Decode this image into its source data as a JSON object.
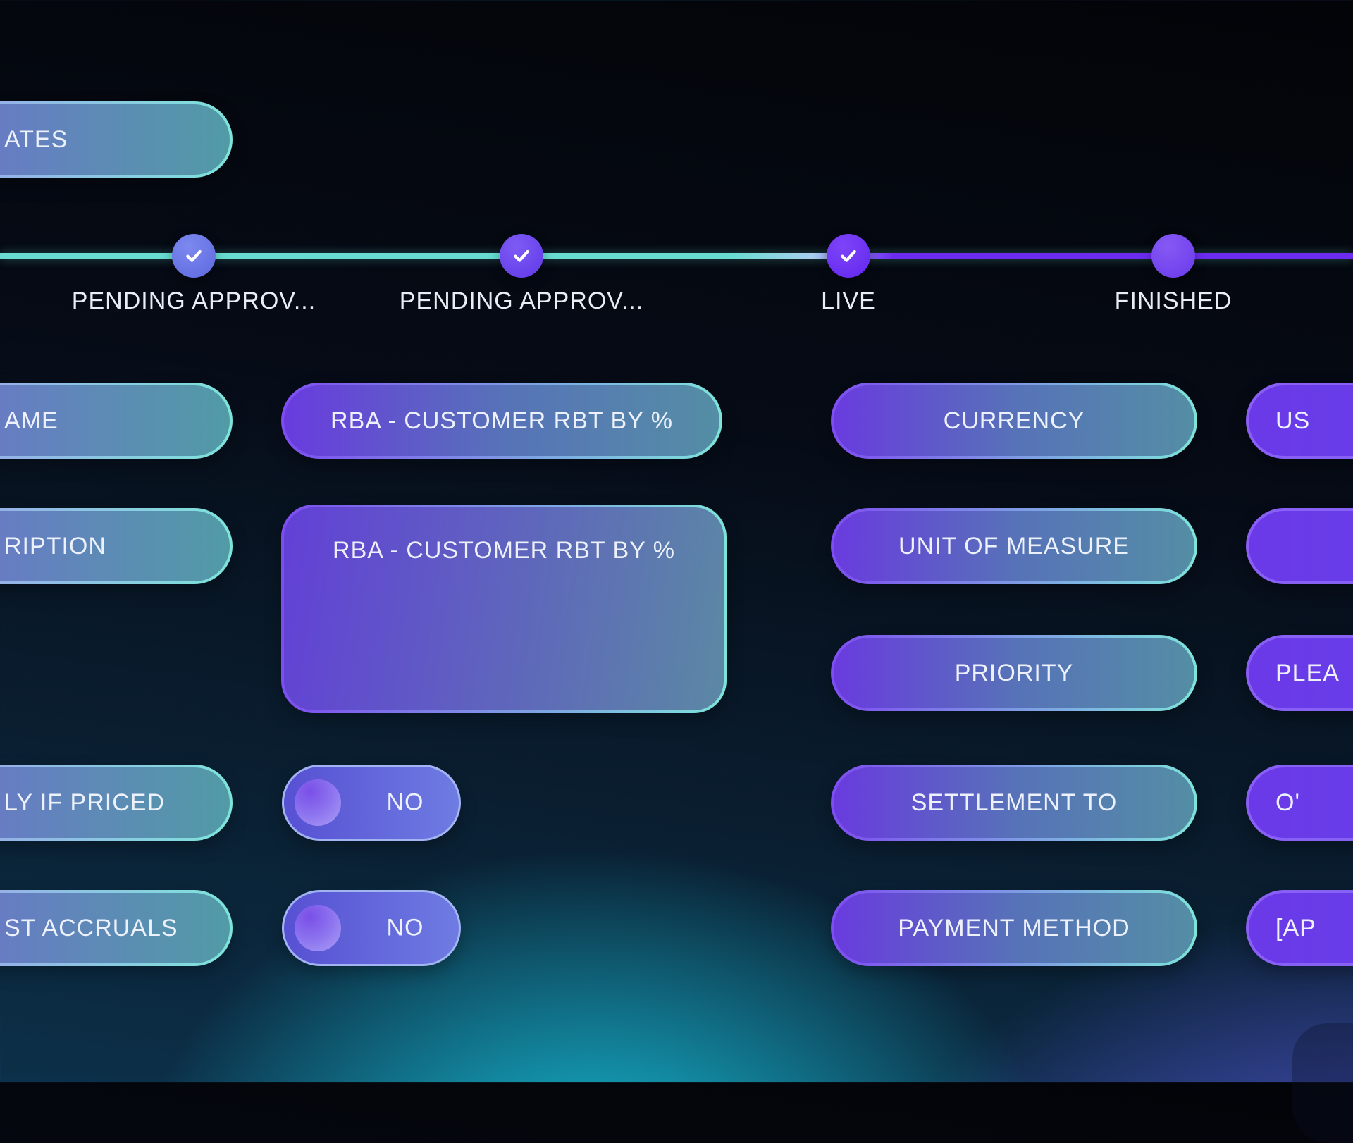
{
  "colors": {
    "line_teal": "#68dcd0",
    "line_purple": "#6c2cf0",
    "pill_border_teal": "#7de4da",
    "pill_border_purple": "#7e4df0",
    "toggle_border": "#a8bdf4",
    "background_glow_cyan": "#17c8e0",
    "background_glow_purple": "#5e5cee"
  },
  "stepper": {
    "steps": [
      {
        "label": "PENDING APPROV...",
        "state": "completed"
      },
      {
        "label": "PENDING APPROV...",
        "state": "completed"
      },
      {
        "label": "LIVE",
        "state": "completed"
      },
      {
        "label": "FINISHED",
        "state": "upcoming"
      }
    ]
  },
  "header": {
    "dates_label": "ATES"
  },
  "form": {
    "name": {
      "label": "AME",
      "value": "RBA - CUSTOMER RBT BY %"
    },
    "description": {
      "label": "RIPTION",
      "value": "RBA - CUSTOMER RBT BY %"
    },
    "only_if_priced": {
      "label": "LY IF PRICED",
      "value": "NO"
    },
    "accruals": {
      "label": "ST ACCRUALS",
      "value": "NO"
    },
    "currency": {
      "label": "CURRENCY",
      "value": "US"
    },
    "unit_of_measure": {
      "label": "UNIT OF MEASURE",
      "value": ""
    },
    "priority": {
      "label": "PRIORITY",
      "value": "PLEA"
    },
    "settlement_to": {
      "label": "SETTLEMENT TO",
      "value": "O'"
    },
    "payment_method": {
      "label": "PAYMENT METHOD",
      "value": "[AP"
    }
  }
}
